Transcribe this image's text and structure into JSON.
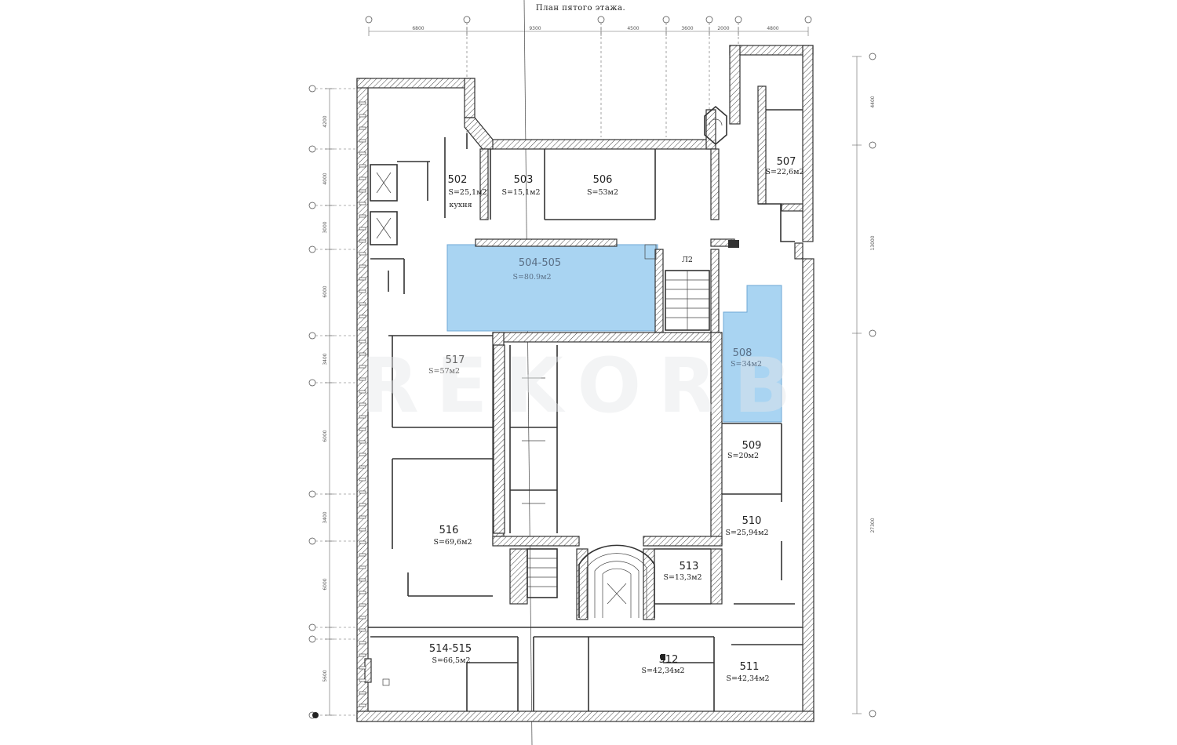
{
  "title": "План пятого этажа.",
  "watermark": "REKORB",
  "highlight_color": "#a9d4f2",
  "top_dimensions": [
    "6800",
    "9300",
    "4500",
    "3600",
    "2000",
    "4800"
  ],
  "side_dimensions": [
    "4200",
    "4000",
    "3000",
    "6000",
    "3400",
    "6000",
    "3400",
    "6000",
    "5600"
  ],
  "right_dimensions": [
    "4400",
    "13000",
    "27300"
  ],
  "rooms": [
    {
      "id": "502",
      "area": "S=25,1м2",
      "note": "кухня",
      "highlighted": false
    },
    {
      "id": "503",
      "area": "S=15,1м2",
      "highlighted": false
    },
    {
      "id": "506",
      "area": "S=53м2",
      "highlighted": false
    },
    {
      "id": "507",
      "area": "S=22,6м2",
      "highlighted": false
    },
    {
      "id": "504-505",
      "area": "S=80.9м2",
      "highlighted": true
    },
    {
      "id": "508",
      "area": "S=34м2",
      "highlighted": true
    },
    {
      "id": "509",
      "area": "S=20м2",
      "highlighted": false
    },
    {
      "id": "510",
      "area": "S=25,94м2",
      "highlighted": false
    },
    {
      "id": "513",
      "area": "S=13,3м2",
      "highlighted": false
    },
    {
      "id": "516",
      "area": "S=69,6м2",
      "highlighted": false
    },
    {
      "id": "517",
      "area": "S=57м2",
      "highlighted": false
    },
    {
      "id": "514-515",
      "area": "S=66,5м2",
      "highlighted": false
    },
    {
      "id": "512",
      "area": "S=42,34м2",
      "highlighted": false
    },
    {
      "id": "511",
      "area": "S=42,34м2",
      "highlighted": false
    }
  ],
  "stair_label": "Л2"
}
